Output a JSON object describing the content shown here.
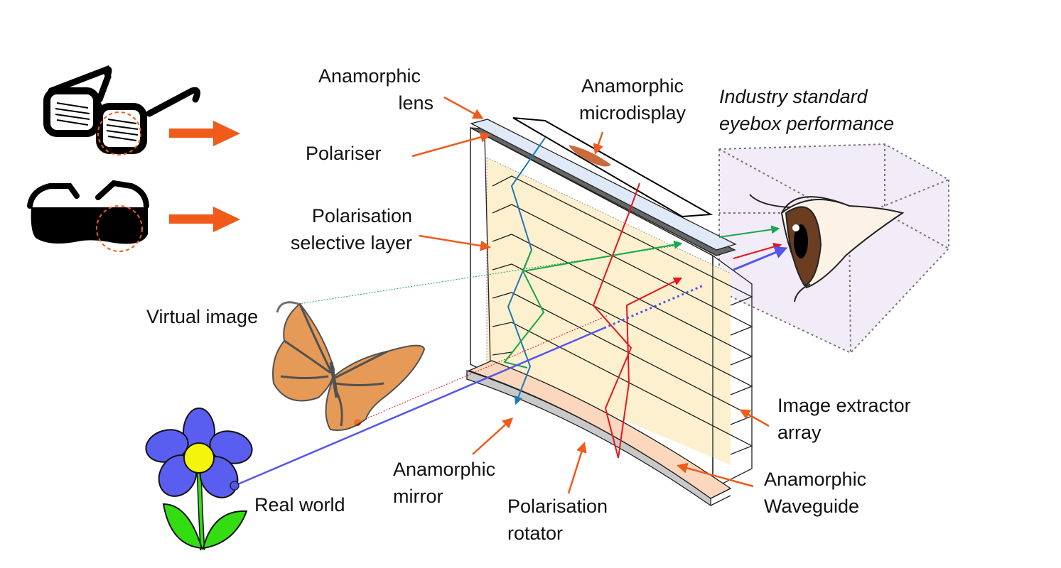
{
  "labels": {
    "anamorphic_lens": [
      "Anamorphic",
      "lens"
    ],
    "anamorphic_microdisplay": [
      "Anamorphic",
      "microdisplay"
    ],
    "eyebox": [
      "Industry standard",
      "eyebox performance"
    ],
    "polariser": "Polariser",
    "polarisation_selective_layer": [
      "Polarisation",
      "selective layer"
    ],
    "virtual_image": "Virtual image",
    "image_extractor_array": [
      "Image extractor",
      "array"
    ],
    "anamorphic_mirror": [
      "Anamorphic",
      "mirror"
    ],
    "polarisation_rotator": [
      "Polarisation",
      "rotator"
    ],
    "anamorphic_waveguide": [
      "Anamorphic",
      "Waveguide"
    ],
    "real_world": "Real world"
  },
  "colors": {
    "callout_arrow": "#f05a1a",
    "waveguide_fill": "#fdf0cf",
    "rotator_fill": "#fbd7bd",
    "lens_fill": "#dfe9f7",
    "eyebox_fill": "#f1ecf8",
    "ray_blue": "#1f77b4",
    "ray_green": "#1aa64a",
    "ray_red": "#e8141b",
    "ray_realworld": "#5555ee",
    "flower_petal": "#5a5ef0",
    "flower_center": "#f5f50a",
    "flower_leaf": "#33dd11",
    "butterfly_wing": "#e2893a",
    "iris": "#6b3e22"
  },
  "icons": [
    "glasses-icon",
    "goggles-icon",
    "eye-icon",
    "butterfly-icon",
    "flower-icon"
  ]
}
